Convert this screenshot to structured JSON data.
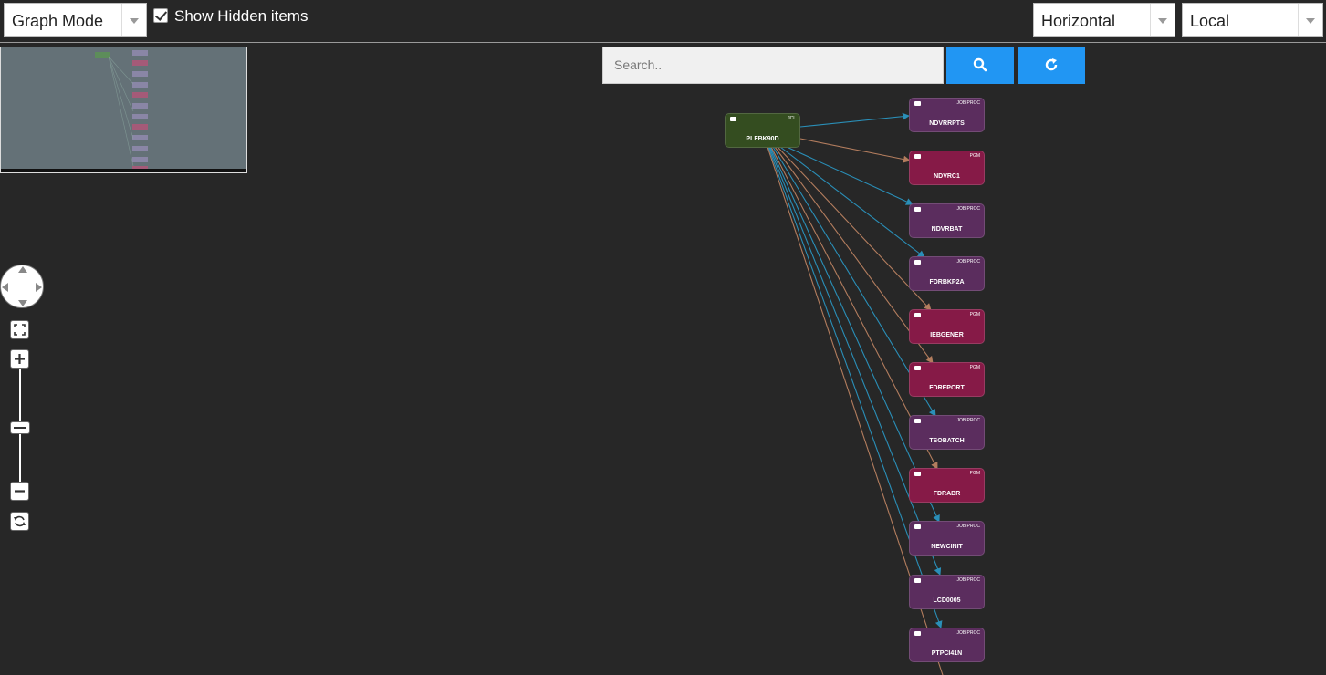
{
  "toolbar": {
    "mode_select": "Graph Mode",
    "show_hidden_label": "Show Hidden items",
    "show_hidden_checked": true,
    "orientation_select": "Horizontal",
    "scope_select": "Local"
  },
  "search": {
    "placeholder": "Search.."
  },
  "colors": {
    "search_button": "#2196f3",
    "job_proc": "#5b2d5e",
    "pgm": "#861a47",
    "jcl": "#344d20",
    "edge_blue": "#2a8fb8",
    "edge_orange": "#b37d5e"
  },
  "icons": [
    "chevron-down-icon",
    "checkbox-icon",
    "search-icon",
    "refresh-icon",
    "pan-control-icon",
    "fit-view-icon",
    "zoom-in-icon",
    "zoom-out-icon",
    "reset-icon"
  ],
  "graph": {
    "root": {
      "label": "PLFBK90D",
      "type": "JCL"
    },
    "nodes": [
      {
        "label": "NDVRRPTS",
        "type": "JOB PROC",
        "kind": "jp"
      },
      {
        "label": "NDVRC1",
        "type": "PGM",
        "kind": "pgm"
      },
      {
        "label": "NDVRBAT",
        "type": "JOB PROC",
        "kind": "jp"
      },
      {
        "label": "FDRBKP2A",
        "type": "JOB PROC",
        "kind": "jp"
      },
      {
        "label": "IEBGENER",
        "type": "PGM",
        "kind": "pgm"
      },
      {
        "label": "FDREPORT",
        "type": "PGM",
        "kind": "pgm"
      },
      {
        "label": "TSOBATCH",
        "type": "JOB PROC",
        "kind": "jp"
      },
      {
        "label": "FDRABR",
        "type": "PGM",
        "kind": "pgm"
      },
      {
        "label": "NEWCINIT",
        "type": "JOB PROC",
        "kind": "jp"
      },
      {
        "label": "LCD0005",
        "type": "JOB PROC",
        "kind": "jp"
      },
      {
        "label": "PTPCI41N",
        "type": "JOB PROC",
        "kind": "jp"
      }
    ]
  }
}
